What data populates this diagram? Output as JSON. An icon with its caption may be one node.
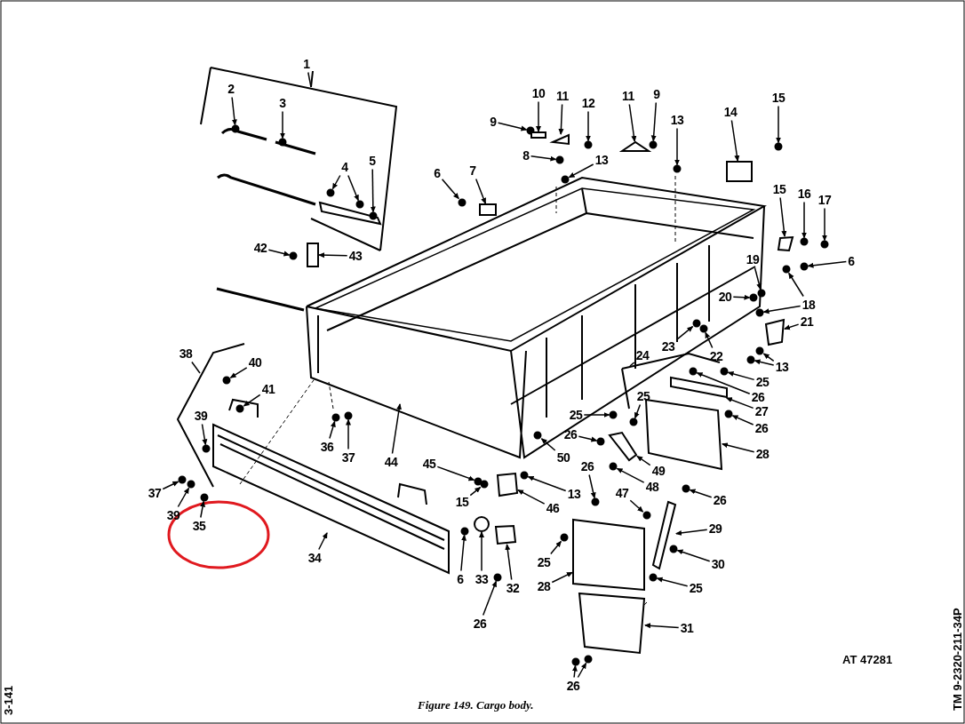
{
  "diagram": {
    "caption": "Figure 149. Cargo body.",
    "nodes": [
      {
        "text": [
          "1"
        ]
      },
      {
        "text": [
          "2"
        ]
      },
      {
        "text": [
          "3"
        ]
      },
      {
        "text": [
          "4"
        ]
      },
      {
        "text": [
          "5"
        ]
      },
      {
        "text": [
          "6"
        ]
      },
      {
        "text": [
          "7"
        ]
      },
      {
        "text": [
          "9"
        ]
      },
      {
        "text": [
          "10"
        ]
      },
      {
        "text": [
          "11"
        ]
      },
      {
        "text": [
          "12"
        ]
      },
      {
        "text": [
          "11"
        ]
      },
      {
        "text": [
          "9"
        ]
      },
      {
        "text": [
          "8"
        ]
      },
      {
        "text": [
          "13"
        ]
      },
      {
        "text": [
          "13"
        ]
      },
      {
        "text": [
          "14"
        ]
      },
      {
        "text": [
          "15"
        ]
      },
      {
        "text": [
          "15"
        ]
      },
      {
        "text": [
          "16"
        ]
      },
      {
        "text": [
          "17"
        ]
      },
      {
        "text": [
          "6"
        ]
      },
      {
        "text": [
          "19"
        ]
      },
      {
        "text": [
          "20"
        ]
      },
      {
        "text": [
          "18"
        ]
      },
      {
        "text": [
          "21"
        ]
      },
      {
        "text": [
          "22"
        ]
      },
      {
        "text": [
          "23"
        ]
      },
      {
        "text": [
          "13"
        ]
      },
      {
        "text": [
          "24"
        ]
      },
      {
        "text": [
          "25"
        ]
      },
      {
        "text": [
          "26"
        ]
      },
      {
        "text": [
          "27"
        ]
      },
      {
        "text": [
          "26"
        ]
      },
      {
        "text": [
          "28"
        ]
      },
      {
        "text": [
          "25"
        ]
      },
      {
        "text": [
          "25"
        ]
      },
      {
        "text": [
          "26"
        ]
      },
      {
        "text": [
          "49"
        ]
      },
      {
        "text": [
          "48"
        ]
      },
      {
        "text": [
          "26"
        ]
      },
      {
        "text": [
          "47"
        ]
      },
      {
        "text": [
          "26"
        ]
      },
      {
        "text": [
          "29"
        ]
      },
      {
        "text": [
          "30"
        ]
      },
      {
        "text": [
          "25"
        ]
      },
      {
        "text": [
          "28"
        ]
      },
      {
        "text": [
          "25"
        ]
      },
      {
        "text": [
          "31"
        ]
      },
      {
        "text": [
          "26"
        ]
      },
      {
        "text": [
          "26"
        ]
      },
      {
        "text": [
          "6"
        ]
      },
      {
        "text": [
          "33"
        ]
      },
      {
        "text": [
          "32"
        ]
      },
      {
        "text": [
          "13"
        ]
      },
      {
        "text": [
          "46"
        ]
      },
      {
        "text": [
          "15"
        ]
      },
      {
        "text": [
          "45"
        ]
      },
      {
        "text": [
          "50"
        ]
      },
      {
        "text": [
          "44"
        ]
      },
      {
        "text": [
          "37"
        ]
      },
      {
        "text": [
          "36"
        ]
      },
      {
        "text": [
          "41"
        ]
      },
      {
        "text": [
          "40"
        ]
      },
      {
        "text": [
          "38"
        ]
      },
      {
        "text": [
          "39"
        ]
      },
      {
        "text": [
          "37"
        ]
      },
      {
        "text": [
          "39"
        ]
      },
      {
        "text": [
          "35"
        ]
      },
      {
        "text": [
          "34"
        ]
      },
      {
        "text": [
          "42"
        ]
      },
      {
        "text": [
          "43"
        ]
      },
      {
        "text": [],
        "shape": "circle"
      },
      {
        "text": [],
        "shape": "circle"
      },
      {
        "text": [],
        "shape": "circle"
      },
      {
        "text": [],
        "shape": "circle"
      },
      {
        "text": [],
        "shape": "circle"
      },
      {
        "text": [],
        "shape": "circle"
      },
      {
        "text": [],
        "shape": "box"
      },
      {
        "text": [],
        "shape": "circle"
      },
      {
        "text": [],
        "shape": "bar"
      },
      {
        "text": [],
        "shape": "box"
      },
      {
        "text": [],
        "shape": "circle"
      },
      {
        "text": [],
        "shape": "box"
      },
      {
        "text": [],
        "shape": "circle"
      },
      {
        "text": [],
        "shape": "circle"
      },
      {
        "text": [],
        "shape": "circle"
      },
      {
        "text": [],
        "shape": "circle"
      },
      {
        "text": [],
        "shape": "box"
      },
      {
        "text": [],
        "shape": "circle"
      },
      {
        "text": [],
        "shape": "box"
      },
      {
        "text": [],
        "shape": "circle"
      },
      {
        "text": [],
        "shape": "circle"
      },
      {
        "text": [],
        "shape": "circle"
      },
      {
        "text": [],
        "shape": "circle"
      },
      {
        "text": [],
        "shape": "circle"
      },
      {
        "text": [],
        "shape": "circle"
      },
      {
        "text": [],
        "shape": "circle"
      },
      {
        "text": [],
        "shape": "box"
      },
      {
        "text": [],
        "shape": "circle"
      },
      {
        "text": [],
        "shape": "circle"
      },
      {
        "text": [],
        "shape": "circle"
      },
      {
        "text": [],
        "shape": "circle"
      },
      {
        "text": [],
        "shape": "circle"
      },
      {
        "text": [],
        "shape": "circle"
      },
      {
        "text": [],
        "shape": "bar"
      },
      {
        "text": [],
        "shape": "circle"
      },
      {
        "text": [],
        "shape": "box"
      },
      {
        "text": [],
        "shape": "circle"
      },
      {
        "text": [],
        "shape": "circle"
      },
      {
        "text": [],
        "shape": "circle"
      },
      {
        "text": [],
        "shape": "bar"
      },
      {
        "text": [],
        "shape": "circle"
      },
      {
        "text": [],
        "shape": "circle"
      },
      {
        "text": [],
        "shape": "circle"
      },
      {
        "text": [],
        "shape": "circle"
      },
      {
        "text": [],
        "shape": "bar"
      },
      {
        "text": [],
        "shape": "circle"
      },
      {
        "text": [],
        "shape": "circle"
      },
      {
        "text": [],
        "shape": "box"
      },
      {
        "text": [],
        "shape": "circle"
      },
      {
        "text": [],
        "shape": "box"
      },
      {
        "text": [],
        "shape": "circle"
      },
      {
        "text": [],
        "shape": "circle"
      },
      {
        "text": [],
        "shape": "circle"
      },
      {
        "text": [],
        "shape": "circle"
      },
      {
        "text": [],
        "shape": "circle"
      },
      {
        "text": [],
        "shape": "box"
      },
      {
        "text": [],
        "shape": "circle"
      },
      {
        "text": [],
        "shape": "box"
      },
      {
        "text": [],
        "shape": "circle"
      },
      {
        "text": [],
        "shape": "circle"
      },
      {
        "text": [],
        "shape": "circle"
      },
      {
        "text": [],
        "shape": "circle"
      },
      {
        "text": [],
        "shape": "circle"
      },
      {
        "text": [],
        "shape": "circle"
      },
      {
        "text": [],
        "shape": "circle"
      },
      {
        "text": [],
        "shape": "circle"
      },
      {
        "text": [],
        "shape": "circle"
      },
      {
        "text": [],
        "shape": "circle"
      },
      {
        "text": [],
        "shape": "circle"
      },
      {
        "text": [],
        "shape": "circle"
      },
      {
        "text": [],
        "shape": "box"
      }
    ],
    "edges": [
      {
        "from": 0,
        "to": null,
        "arrow": "none"
      },
      {
        "from": 1,
        "to": 72,
        "arrow": "to"
      },
      {
        "from": 2,
        "to": 73,
        "arrow": "to"
      },
      {
        "from": 3,
        "to": 74,
        "arrow": "to"
      },
      {
        "from": 3,
        "to": 75,
        "arrow": "to"
      },
      {
        "from": 4,
        "to": 76,
        "arrow": "to"
      },
      {
        "from": 5,
        "to": 77,
        "arrow": "to"
      },
      {
        "from": 6,
        "to": 78,
        "arrow": "to"
      },
      {
        "from": 7,
        "to": 79,
        "arrow": "to"
      },
      {
        "from": 8,
        "to": 80,
        "arrow": "to"
      },
      {
        "from": 9,
        "to": 81,
        "arrow": "to"
      },
      {
        "from": 10,
        "to": 82,
        "arrow": "to"
      },
      {
        "from": 11,
        "to": 83,
        "arrow": "to"
      },
      {
        "from": 12,
        "to": 84,
        "arrow": "to"
      },
      {
        "from": 13,
        "to": 85,
        "arrow": "to"
      },
      {
        "from": 14,
        "to": 86,
        "arrow": "to"
      },
      {
        "from": 15,
        "to": 87,
        "arrow": "to"
      },
      {
        "from": 16,
        "to": 88,
        "arrow": "to"
      },
      {
        "from": 17,
        "to": 89,
        "arrow": "to"
      },
      {
        "from": 18,
        "to": 90,
        "arrow": "to"
      },
      {
        "from": 19,
        "to": 91,
        "arrow": "to"
      },
      {
        "from": 20,
        "to": 92,
        "arrow": "to"
      },
      {
        "from": 21,
        "to": 93,
        "arrow": "to"
      },
      {
        "from": 22,
        "to": 94,
        "arrow": "to"
      },
      {
        "from": 23,
        "to": 95,
        "arrow": "to"
      },
      {
        "from": 24,
        "to": 96,
        "arrow": "to"
      },
      {
        "from": 24,
        "to": 97,
        "arrow": "to"
      },
      {
        "from": 25,
        "to": 98,
        "arrow": "to"
      },
      {
        "from": 26,
        "to": 99,
        "arrow": "to"
      },
      {
        "from": 27,
        "to": 100,
        "arrow": "to"
      },
      {
        "from": 28,
        "to": 101,
        "arrow": "to"
      },
      {
        "from": 28,
        "to": 102,
        "arrow": "to"
      },
      {
        "from": 29,
        "to": null,
        "arrow": "none"
      },
      {
        "from": 30,
        "to": 103,
        "arrow": "to"
      },
      {
        "from": 31,
        "to": 104,
        "arrow": "to"
      },
      {
        "from": 32,
        "to": 105,
        "arrow": "to"
      },
      {
        "from": 33,
        "to": 106,
        "arrow": "to"
      },
      {
        "from": 34,
        "to": 107,
        "arrow": "to"
      },
      {
        "from": 35,
        "to": 108,
        "arrow": "to"
      },
      {
        "from": 36,
        "to": 109,
        "arrow": "to"
      },
      {
        "from": 37,
        "to": 110,
        "arrow": "to"
      },
      {
        "from": 38,
        "to": 111,
        "arrow": "to"
      },
      {
        "from": 39,
        "to": 112,
        "arrow": "to"
      },
      {
        "from": 40,
        "to": 113,
        "arrow": "to"
      },
      {
        "from": 41,
        "to": 114,
        "arrow": "to"
      },
      {
        "from": 42,
        "to": 115,
        "arrow": "to"
      },
      {
        "from": 43,
        "to": 116,
        "arrow": "to"
      },
      {
        "from": 44,
        "to": 117,
        "arrow": "to"
      },
      {
        "from": 45,
        "to": 118,
        "arrow": "to"
      },
      {
        "from": 46,
        "to": 119,
        "arrow": "to"
      },
      {
        "from": 47,
        "to": 120,
        "arrow": "to"
      },
      {
        "from": 48,
        "to": 121,
        "arrow": "to"
      },
      {
        "from": 49,
        "to": 122,
        "arrow": "to"
      },
      {
        "from": 49,
        "to": 123,
        "arrow": "to"
      },
      {
        "from": 50,
        "to": 124,
        "arrow": "to"
      },
      {
        "from": 51,
        "to": 125,
        "arrow": "to"
      },
      {
        "from": 52,
        "to": 126,
        "arrow": "to"
      },
      {
        "from": 53,
        "to": 127,
        "arrow": "to"
      },
      {
        "from": 54,
        "to": 128,
        "arrow": "to"
      },
      {
        "from": 55,
        "to": 129,
        "arrow": "to"
      },
      {
        "from": 56,
        "to": 130,
        "arrow": "to"
      },
      {
        "from": 57,
        "to": 131,
        "arrow": "to"
      },
      {
        "from": 58,
        "to": 132,
        "arrow": "to"
      },
      {
        "from": 59,
        "to": null,
        "arrow": "to"
      },
      {
        "from": 60,
        "to": 133,
        "arrow": "to"
      },
      {
        "from": 61,
        "to": 134,
        "arrow": "to"
      },
      {
        "from": 62,
        "to": 135,
        "arrow": "to"
      },
      {
        "from": 63,
        "to": 136,
        "arrow": "to"
      },
      {
        "from": 64,
        "to": null,
        "arrow": "none"
      },
      {
        "from": 65,
        "to": 137,
        "arrow": "to"
      },
      {
        "from": 66,
        "to": 138,
        "arrow": "to"
      },
      {
        "from": 67,
        "to": 139,
        "arrow": "to"
      },
      {
        "from": 68,
        "to": 140,
        "arrow": "to"
      },
      {
        "from": 69,
        "to": null,
        "arrow": "to"
      },
      {
        "from": 70,
        "to": 141,
        "arrow": "to"
      },
      {
        "from": 71,
        "to": 142,
        "arrow": "to"
      }
    ],
    "labels": [
      "AT 47281",
      "TM 9-2320-211-34P",
      "3-141"
    ]
  }
}
